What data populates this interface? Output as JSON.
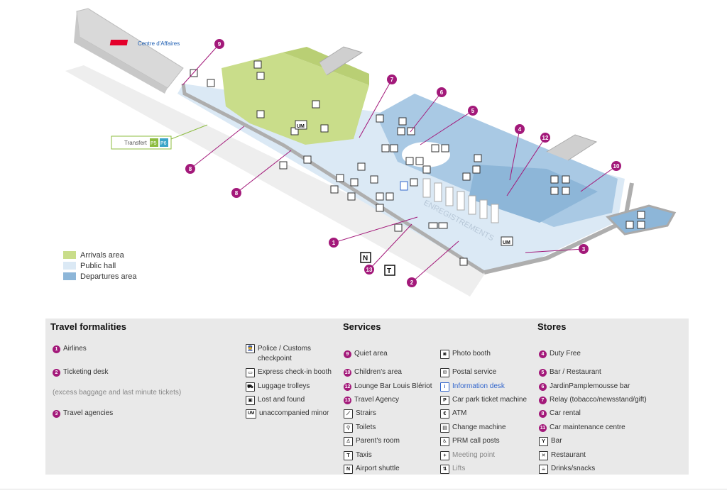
{
  "map": {
    "sign_text": "Centre d'Affaires",
    "transfer_label": "Transfert",
    "p5": "P5",
    "p6": "P6",
    "floor_text": "ENREGISTREMENTS",
    "pins": [
      "9",
      "7",
      "6",
      "5",
      "4",
      "12",
      "10",
      "8",
      "8",
      "1",
      "13",
      "2",
      "3"
    ],
    "icon_um": "UM",
    "icon_n": "N",
    "icon_t": "T",
    "colors": {
      "arrivals": "#c9dd8a",
      "public_hall": "#dbe9f5",
      "departures": "#8db6d8",
      "pin": "#a3197a",
      "wall": "#aeaeae"
    }
  },
  "legend_map": {
    "arrivals": "Arrivals area",
    "public": "Public hall",
    "departures": "Departures area"
  },
  "travel": {
    "title": "Travel formalities",
    "items": [
      {
        "num": "1",
        "label": "Airlines"
      },
      {
        "num": "2",
        "label": "Ticketing desk"
      },
      {
        "num": "",
        "label": "(excess baggage and last minute tickets)"
      },
      {
        "num": "3",
        "label": "Travel agencies"
      }
    ],
    "icons": [
      {
        "label": "Police / Customs checkpoint"
      },
      {
        "label": "Express check-in booth"
      },
      {
        "label": "Luggage trolleys"
      },
      {
        "label": "Lost and found"
      },
      {
        "glyph": "UM",
        "label": "unaccompanied minor"
      }
    ]
  },
  "services": {
    "title": "Services",
    "left": [
      {
        "num": "9",
        "label": "Quiet area"
      },
      {
        "num": "10",
        "label": "Children's area"
      },
      {
        "num": "12",
        "label": "Lounge Bar Louis Blériot"
      },
      {
        "num": "13",
        "label": "Travel Agency"
      },
      {
        "label": "Strairs"
      },
      {
        "label": "Toilets"
      },
      {
        "label": "Parent's room"
      },
      {
        "glyph": "T",
        "label": "Taxis"
      },
      {
        "glyph": "N",
        "label": "Airport shuttle"
      }
    ],
    "right": [
      {
        "label": "Photo booth"
      },
      {
        "label": "Postal service"
      },
      {
        "glyph": "i",
        "label": "Information desk"
      },
      {
        "label": "Car park ticket machine"
      },
      {
        "glyph": "€",
        "label": "ATM"
      },
      {
        "label": "Change machine"
      },
      {
        "label": "PRM call posts"
      },
      {
        "glyph": "+",
        "label": "Meeting point"
      },
      {
        "label": "Lifts"
      }
    ]
  },
  "stores": {
    "title": "Stores",
    "items": [
      {
        "num": "4",
        "label": "Duty Free"
      },
      {
        "num": "5",
        "label": "Bar / Restaurant"
      },
      {
        "num": "6",
        "label": "JardinPamplemousse bar"
      },
      {
        "num": "7",
        "label": "Relay (tobacco/newsstand/gift)"
      },
      {
        "num": "8",
        "label": "Car rental"
      },
      {
        "num": "11",
        "label": "Car maintenance centre"
      },
      {
        "label": "Bar"
      },
      {
        "label": "Restaurant"
      },
      {
        "label": "Drinks/snacks"
      }
    ]
  }
}
